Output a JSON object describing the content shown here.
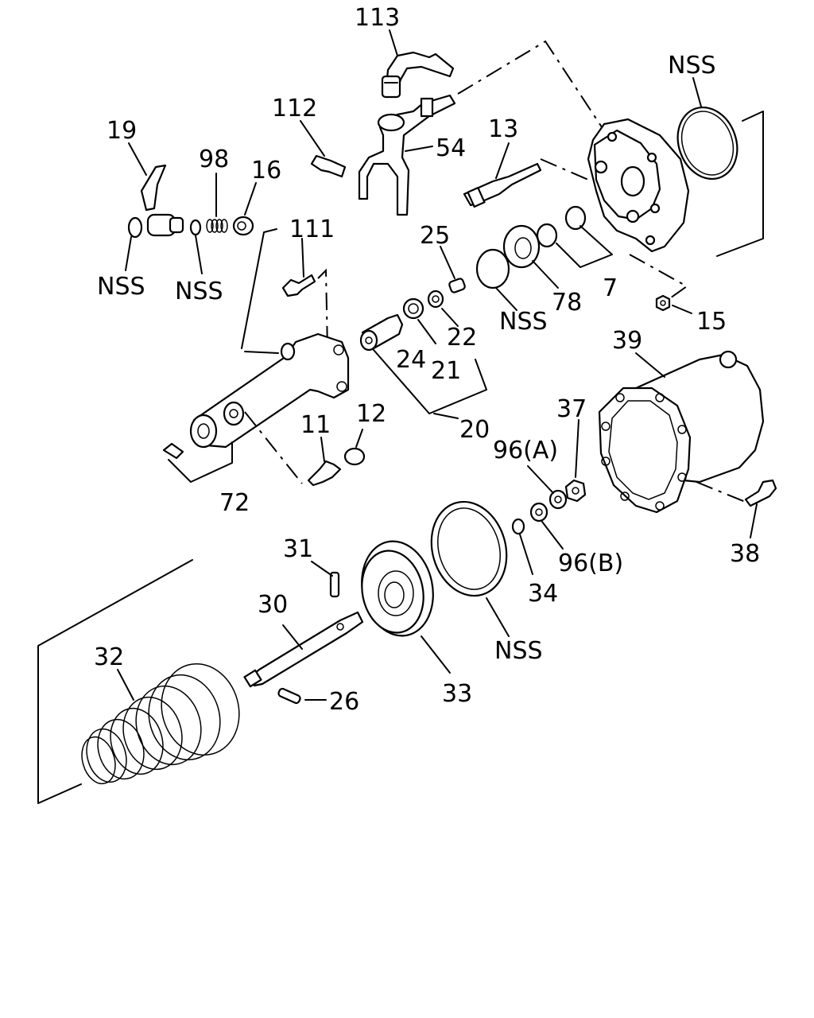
{
  "diagram": {
    "labels": {
      "p113": "113",
      "p112": "112",
      "p54": "54",
      "p19": "19",
      "p98": "98",
      "p16": "16",
      "p13": "13",
      "nss_top": "NSS",
      "nss_left1": "NSS",
      "nss_left2": "NSS",
      "p111": "111",
      "p25": "25",
      "nss_ring": "NSS",
      "p78": "78",
      "p7": "7",
      "p15": "15",
      "p39": "39",
      "p22": "22",
      "p24": "24",
      "p21": "21",
      "p20": "20",
      "p12": "12",
      "p11": "11",
      "p37": "37",
      "p96a": "96(A)",
      "p72": "72",
      "p38": "38",
      "p96b": "96(B)",
      "p34": "34",
      "p31": "31",
      "p30": "30",
      "nss_bottom": "NSS",
      "p32": "32",
      "p33": "33",
      "p26": "26"
    }
  }
}
